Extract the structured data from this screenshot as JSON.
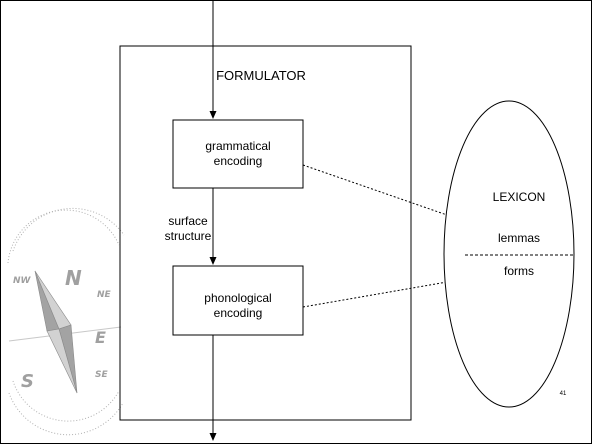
{
  "formulator": {
    "title": "FORMULATOR"
  },
  "grammatical": {
    "line1": "grammatical",
    "line2": "encoding"
  },
  "surface": {
    "line1": "surface",
    "line2": "structure"
  },
  "phonological": {
    "line1": "phonological",
    "line2": "encoding"
  },
  "lexicon": {
    "title": "LEXICON",
    "lemmas": "lemmas",
    "forms": "forms"
  },
  "compass": {
    "n": "N",
    "s": "S",
    "e": "E",
    "nw": "NW",
    "ne": "NE",
    "se": "SE"
  },
  "page_number": "41",
  "colors": {
    "line": "#000000",
    "watermark": "#a0a0a0"
  }
}
